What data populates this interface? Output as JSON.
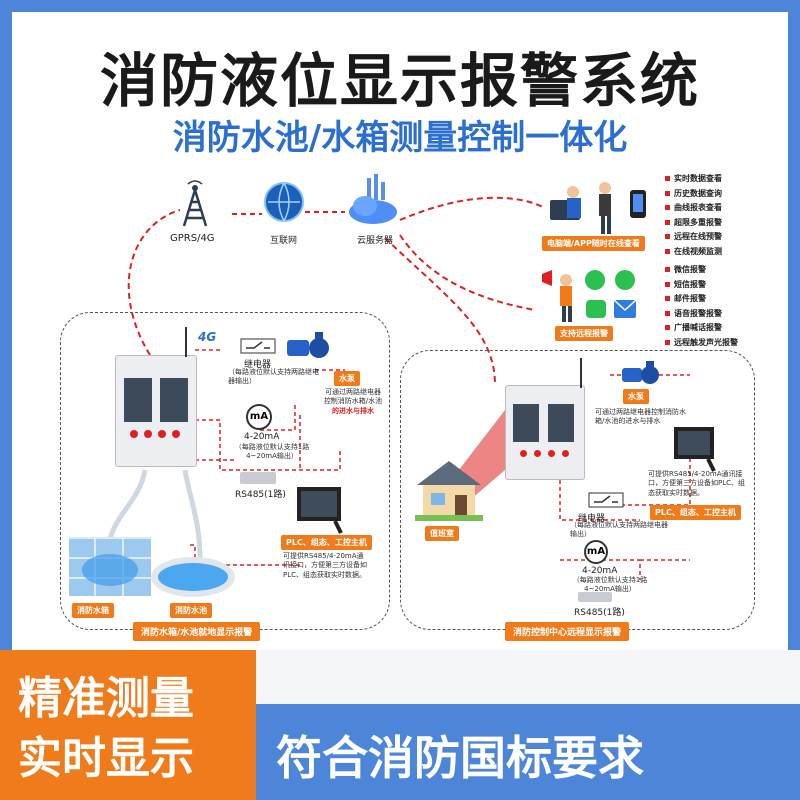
{
  "header": {
    "title": "消防液位显示报警系统",
    "subtitle": "消防水池/水箱测量控制一体化"
  },
  "network": {
    "gprs": "GPRS/4G",
    "internet": "互联网",
    "cloud": "云服务器",
    "fourg_badge": "4G"
  },
  "monitor": {
    "tag": "电脑端/APP随时在线查看",
    "items": [
      "实时数据查看",
      "历史数据查询",
      "曲线报表查看",
      "超限多重报警",
      "远程在线预警",
      "在线视频监测"
    ]
  },
  "alarm": {
    "tag": "支持远程报警",
    "items": [
      "微信报警",
      "短信报警",
      "邮件报警",
      "语音报警报警",
      "广播喊话报警",
      "远程触发声光报警"
    ]
  },
  "local": {
    "relay_title": "继电器",
    "relay_desc": "（每路液位默认支持两路继电器输出）",
    "pump_tag": "水泵",
    "pump_desc_1": "可通过两路继电器",
    "pump_desc_2": "控制消防水箱/水池",
    "pump_desc_3": "的进水与排水",
    "ma_icon": "mA",
    "ma_title": "4-20mA",
    "ma_desc": "（每路液位默认支持1路4~20mA输出）",
    "rs485": "RS485(1路)",
    "plc_tag": "PLC、组态、工控主机",
    "plc_desc": "可提供RS485/4-20mA通讯接口，方便第三方设备如PLC、组态获取实时数据。",
    "tank_tag": "消防水箱",
    "pool_tag": "消防水池",
    "zone_tag": "消防水箱/水池就地显示报警"
  },
  "remote": {
    "pump_tag": "水泵",
    "pump_desc": "可通过两路继电器控制消防水箱/水池的进水与排水",
    "plc_desc": "可提供RS485/4-20mA通讯接口，方便第三方设备如PLC、组态获取实时数据。",
    "plc_tag": "PLC、组态、工控主机",
    "duty_tag": "值班室",
    "relay_title": "继电器",
    "relay_desc": "（每路液位默认支持两路继电器输出）",
    "ma_icon": "mA",
    "ma_title": "4-20mA",
    "ma_desc": "（每路液位默认支持1路4~20mA输出）",
    "rs485": "RS485(1路)",
    "zone_tag": "消防控制中心远程显示报警"
  },
  "footer": {
    "left_1": "精准测量",
    "left_2": "实时显示",
    "right": "符合消防国标要求"
  },
  "colors": {
    "blue": "#4d86d9",
    "orange": "#f07b1a",
    "red": "#e02020"
  }
}
